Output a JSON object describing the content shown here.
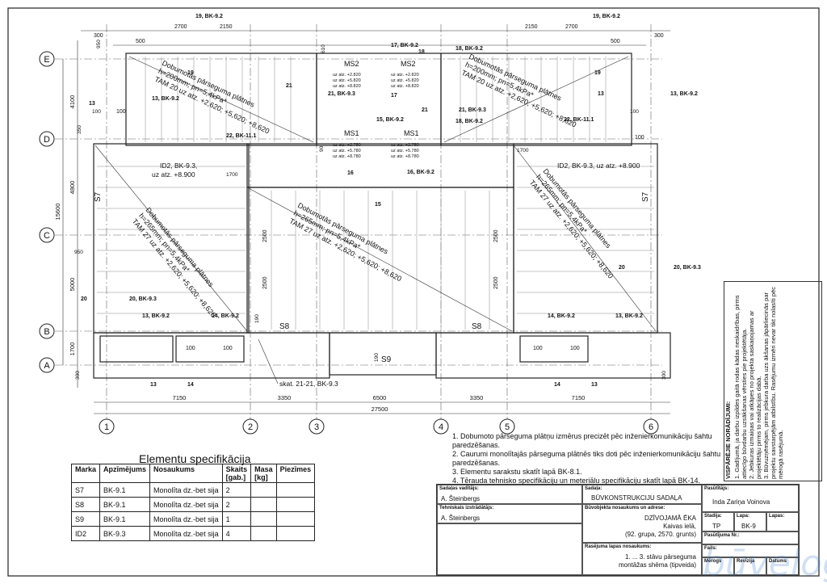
{
  "grid": {
    "rows": [
      "E",
      "D",
      "C",
      "B",
      "A"
    ],
    "cols": [
      "1",
      "2",
      "3",
      "4",
      "5",
      "6"
    ],
    "row_dims": [
      "4100",
      "4800",
      "5000",
      "1700"
    ],
    "row_total": "15600",
    "col_dims": [
      "7150",
      "3350",
      "6500",
      "3350",
      "7150"
    ],
    "col_total": "27500"
  },
  "drawing": {
    "top_dims": [
      "300",
      "500",
      "2700",
      "2150",
      "2150",
      "2700",
      "500",
      "300"
    ],
    "small_dims": [
      "300",
      "950",
      "610",
      "350",
      "150",
      "100",
      "190",
      "90",
      "1700"
    ],
    "slab_labels": [
      {
        "text": "Dobumotās pārseguma plātnes"
      },
      {
        "text": "h=200mm; pn=5,4kPa*"
      },
      {
        "text": "TAM 20 uz atz. +2,620; +5,620; +8,620"
      },
      {
        "text": "Dobumotās pārseguma plātnes"
      },
      {
        "text": "h=265mm; pn=5,4kPa*"
      },
      {
        "text": "TAM 27 uz atz. +2,620; +5,620; +8,620"
      }
    ],
    "marks": {
      "bk92_19": "19, BK-9.2",
      "bk92_17": "17, BK-9.2",
      "bk92_18": "18, BK-9.2",
      "bk92_13": "13, BK-9.2",
      "bk92_14": "14, BK-9.2",
      "bk92_15": "15, BK-9.2",
      "bk92_16": "16, BK-9.2",
      "bk93_21": "21, BK-9.3",
      "bk93_20": "20, BK-9.3",
      "bk111_22": "22, BK-11.1",
      "id2": "ID2, BK-9.3,",
      "id2b": "uz atz. +8.900",
      "id2r": "ID2, BK-9.3, uz atz. +8.900",
      "skat": "skat. 21-21, BK-9.3",
      "ms1": "MS1",
      "ms2": "MS2",
      "s7": "S7",
      "s8": "S8",
      "s9": "S9",
      "n13": "13",
      "n14": "14",
      "n15": "15",
      "n16": "16",
      "n17": "17",
      "n18": "18",
      "n19": "19",
      "n20": "20",
      "n21": "21",
      "atz_a": "uz atz. +2.820",
      "atz_b": "uz atz. +5.820",
      "atz_c": "uz atz. +8.820",
      "atz_d": "uz atz. +2.780",
      "atz_e": "uz atz. +5.780",
      "atz_f": "uz atz. +8.780",
      "d2500": "2500",
      "d100": "100"
    }
  },
  "spec": {
    "title": "Elementu specifikācija",
    "headers": [
      "Marka",
      "Apzīmējums",
      "Nosaukums",
      "Skaits",
      "[gab.]",
      "Masa",
      "[kg]",
      "Piezīmes"
    ],
    "rows": [
      [
        "S7",
        "BK-9.1",
        "Monolīta dz.-bet sija",
        "2"
      ],
      [
        "S8",
        "BK-9.1",
        "Monolīta dz.-bet sija",
        "2"
      ],
      [
        "S9",
        "BK-9.1",
        "Monolīta dz.-bet sija",
        "1"
      ],
      [
        "ID2",
        "BK-9.3",
        "Monolīta dz.-bet sija",
        "4"
      ]
    ]
  },
  "notes": [
    "1. Dobumoto pārseguma plātņu izmērus precizēt pēc inženierkomunikāciju šahtu paredzēšanas.",
    "2. Caurumi monolītajās pārseguma plātnēs tiks doti pēc inženierkomunikāciju šahtu paredzēšanas.",
    "3. Elementu sarakstu skatīt lapā BK-8.1.",
    "4. Tērauda tehnisko specifikāciju un meteriālu specifikāciju skatīt lapā BK-14."
  ],
  "side_notes": {
    "title": "VISPĀRĒJIE NORĀDĪJUMI:",
    "items": [
      "1. Gadījumā, ja darbu izpildes gaitā rodas kādas neskaidrības, pirms attiecīgo būvdarbu uzsākšanas vērsties pie projektētāja.",
      "2. Jebkuras izmaiņas vai atkāpes no projekta saskaņojamas ar projektētāju pirms to realizācijas dabā.",
      "3. Būvuzņēmējam, pirms jebkura darba uzs ākšanas jāpārliecinās par projektu savstarpējām atbilstību. Rasējumu izmēri nevar tikt nolasīti pēc mērogā rasējumā."
    ]
  },
  "title_block": {
    "sadala_vaditajs_lbl": "Sadaļas vadītājs:",
    "sadala_vaditajs": "A. Šteinbergs",
    "izstradaja_lbl": "Tehniskais izstrādātājs:",
    "izstradaja": "A. Šteinbergs",
    "sadala_lbl": "Sadaļa:",
    "sadala": "BŪVKONSTRUKCIJU SADAĻA",
    "pasutitajs_lbl": "Pasūtītājs:",
    "pasutitajs": "Inda Zariņa Voinova",
    "objekts_lbl": "Būvobjekta nosaukums un adrese:",
    "objekts_1": "DZĪVOJAMĀ ĒKA",
    "objekts_2": "Kaivas ielā,",
    "objekts_3": "(92. grupa, 2570. grunts)",
    "stadija_lbl": "Stadija:",
    "stadija": "TP",
    "lapa_lbl": "Lapa:",
    "lapa": "BK-9",
    "lapas_lbl": "Lapas:",
    "pasutijuma_lbl": "Pasūtījuma Nr.:",
    "fails_lbl": "Fails:",
    "rasejuma_lbl": "Rasējuma lapas nosaukums:",
    "rasejuma_1": "1. ... 3. stāvu pārseguma",
    "rasejuma_2": "montāžas shēma (tipveida)",
    "merogs_lbl": "Mērogs",
    "revizija_lbl": "Revīzija",
    "datums_lbl": "Datums"
  },
  "watermark": "būvelogs"
}
